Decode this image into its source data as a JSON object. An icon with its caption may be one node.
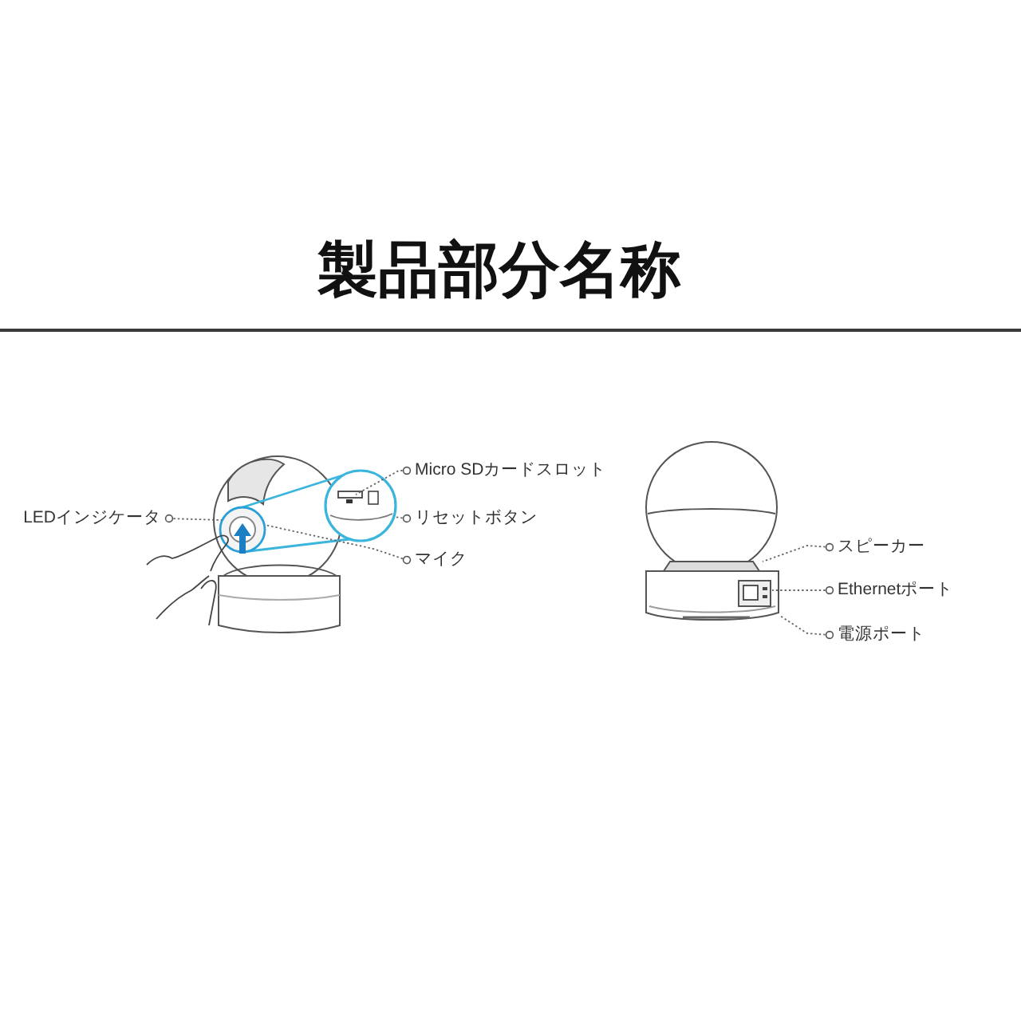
{
  "diagram": {
    "title": "製品部分名称",
    "nodes": [
      {
        "text": [
          "Micro SDカードスロット"
        ]
      },
      {
        "text": [
          "LEDインジケータ"
        ]
      },
      {
        "text": [
          "リセットボタン"
        ]
      },
      {
        "text": [
          "マイク"
        ]
      },
      {
        "text": [
          "スピーカー"
        ]
      },
      {
        "text": [
          "Ethernetポート"
        ]
      },
      {
        "text": [
          "電源ポート"
        ]
      },
      {
        "text": [],
        "shape": "picture"
      },
      {
        "text": [],
        "shape": "picture"
      }
    ],
    "edges": [
      {
        "from": 0,
        "to": 7,
        "arrow": "other"
      },
      {
        "from": 1,
        "to": 7,
        "arrow": "other"
      },
      {
        "from": 2,
        "to": 7,
        "arrow": "other"
      },
      {
        "from": 3,
        "to": 7,
        "arrow": "other"
      },
      {
        "from": 4,
        "to": 8,
        "arrow": "other"
      },
      {
        "from": 5,
        "to": 8,
        "arrow": "other"
      },
      {
        "from": 6,
        "to": 8,
        "arrow": "other"
      }
    ]
  }
}
